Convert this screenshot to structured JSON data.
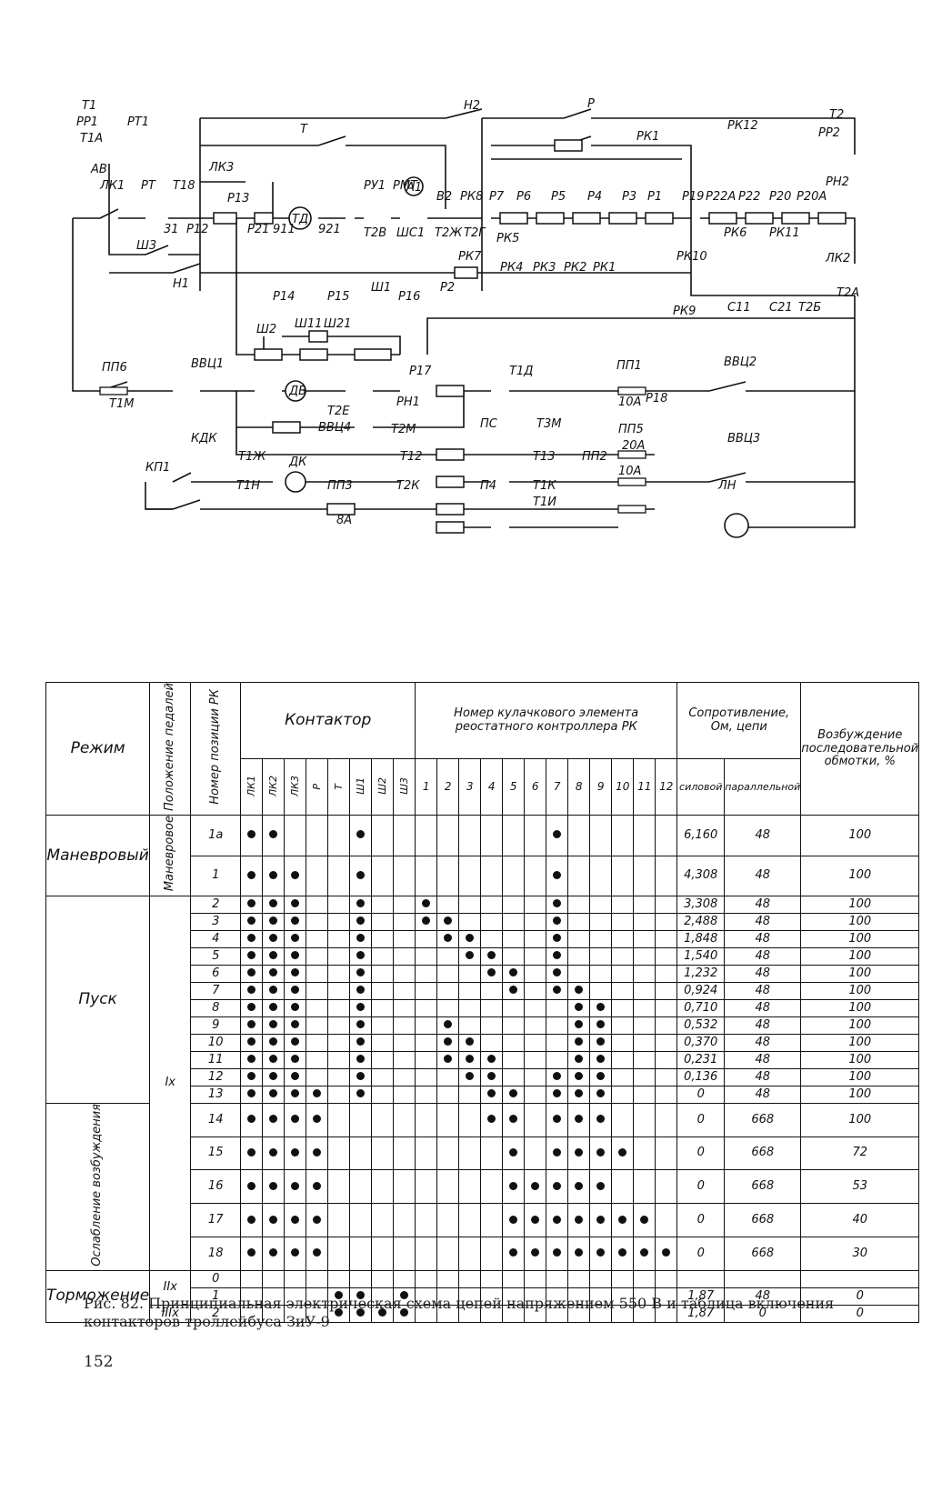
{
  "scheme": {
    "labels": {
      "t1": "Т1",
      "pp1": "РР1",
      "pt1": "РТ1",
      "t1a": "Т1А",
      "ab": "АВ",
      "lk1": "ЛК1",
      "pt": "РТ",
      "t18": "Т18",
      "sh3": "Ш3",
      "h1": "Н1",
      "lk3": "ЛК3",
      "t": "Т",
      "h2": "Н2",
      "r": "Р",
      "p13": "Р13",
      "p12": "Р12",
      "p21": "Р21",
      "n31": "31",
      "n911": "911",
      "n921": "921",
      "td": "ТД",
      "pu1": "РУ1",
      "pmt": "РМТ",
      "a1": "А1",
      "t2v": "Т2В",
      "shc1": "ШС1",
      "v2": "В2",
      "t2zh": "Т2Ж",
      "pk8": "РК8",
      "t2g": "Т2Г",
      "p7": "Р7",
      "p6": "Р6",
      "p5": "Р5",
      "p4": "Р4",
      "p3": "Р3",
      "p1": "Р1",
      "pk1_top": "РК1",
      "pk5": "РК5",
      "pk4": "РК4",
      "pk3": "РК3",
      "pk2": "РК2",
      "pk1": "РК1",
      "pk7": "РК7",
      "p2": "Р2",
      "pk9": "РК9",
      "pk12": "РК12",
      "p19": "Р19",
      "p22a": "Р22А",
      "p22": "Р22",
      "p20": "Р20",
      "p20a": "Р20А",
      "ph2": "РН2",
      "pk6": "РК6",
      "pk11": "РК11",
      "pk10": "РК10",
      "c11": "С11",
      "c21": "С21",
      "t2b": "Т2Б",
      "lk2": "ЛК2",
      "t2a": "Т2А",
      "t2": "Т2",
      "pp2": "РР2",
      "p14": "Р14",
      "p15": "Р15",
      "sh1": "Ш1",
      "p16": "Р16",
      "sh2": "Ш2",
      "sh11": "Ш11",
      "sh21": "Ш21",
      "pp6": "ПП6",
      "t1m": "Т1М",
      "vvc1": "ВВЦ1",
      "dv": "ДВ",
      "p17": "Р17",
      "t1d": "Т1Д",
      "pp1f": "ПП1",
      "vvc2": "ВВЦ2",
      "t2e": "Т2Е",
      "ph1": "РН1",
      "n10a": "10А",
      "p18": "Р18",
      "vvc4": "ВВЦ4",
      "t2m": "Т2М",
      "pc": "ПС",
      "t3m": "Т3М",
      "pp5": "ПП5",
      "kdk": "КДК",
      "t1zh": "Т1Ж",
      "dk": "ДК",
      "t12": "Т12",
      "t13": "Т13",
      "pp2f": "ПП2",
      "n20a": "20А",
      "vvc3": "ВВЦ3",
      "kp1": "КП1",
      "t1h": "Т1Н",
      "pp3": "ПП3",
      "t2k": "Т2К",
      "p4b": "П4",
      "t1k": "Т1К",
      "n10a2": "10А",
      "n8a": "8А",
      "t1i": "Т1И",
      "lh": "ЛН"
    }
  },
  "table": {
    "header": {
      "rezhim": "Режим",
      "polozhenie": "Положение педалей",
      "nomer_pozicii": "Номер позиции РК",
      "kontaktor": "Контактор",
      "kulachok": "Номер кулачкового элемента реостатного контроллера РК",
      "soprotivlenie": "Сопротивление, Ом, цепи",
      "silovoi": "силовой",
      "parallelnoi": "параллельной",
      "vozbuzhdenie": "Возбуждение последовательной обмотки, %"
    },
    "contactors": [
      "ЛК1",
      "ЛК2",
      "ЛК3",
      "Р",
      "Т",
      "Ш1",
      "Ш2",
      "Ш3"
    ],
    "cams": [
      "1",
      "2",
      "3",
      "4",
      "5",
      "6",
      "7",
      "8",
      "9",
      "10",
      "11",
      "12"
    ],
    "groups": [
      {
        "mode": "Маневровый",
        "pedal": "Маневровое",
        "rows": 2
      },
      {
        "mode": "Пуск",
        "pedal": "",
        "rows": 12
      },
      {
        "mode": "Ослабление возбуждения",
        "pedal": "",
        "rows": 5
      },
      {
        "mode": "Торможение",
        "pedal": "",
        "rows": 3
      }
    ],
    "pedal_marks": [
      {
        "label": "Iх",
        "start": 2,
        "rows": 17
      },
      {
        "label": "IIх",
        "start": 19,
        "rows": 2
      },
      {
        "label": "IIIх",
        "start": 21,
        "rows": 1
      }
    ],
    "rows": [
      {
        "pos": "1а",
        "c": [
          1,
          1,
          0,
          0,
          0,
          1,
          0,
          0
        ],
        "k": [
          0,
          0,
          0,
          0,
          0,
          0,
          1,
          0,
          0,
          0,
          0,
          0
        ],
        "r1": "6,160",
        "r2": "48",
        "ex": "100"
      },
      {
        "pos": "1",
        "c": [
          1,
          1,
          1,
          0,
          0,
          1,
          0,
          0
        ],
        "k": [
          0,
          0,
          0,
          0,
          0,
          0,
          1,
          0,
          0,
          0,
          0,
          0
        ],
        "r1": "4,308",
        "r2": "48",
        "ex": "100"
      },
      {
        "pos": "2",
        "c": [
          1,
          1,
          1,
          0,
          0,
          1,
          0,
          0
        ],
        "k": [
          1,
          0,
          0,
          0,
          0,
          0,
          1,
          0,
          0,
          0,
          0,
          0
        ],
        "r1": "3,308",
        "r2": "48",
        "ex": "100"
      },
      {
        "pos": "3",
        "c": [
          1,
          1,
          1,
          0,
          0,
          1,
          0,
          0
        ],
        "k": [
          1,
          1,
          0,
          0,
          0,
          0,
          1,
          0,
          0,
          0,
          0,
          0
        ],
        "r1": "2,488",
        "r2": "48",
        "ex": "100"
      },
      {
        "pos": "4",
        "c": [
          1,
          1,
          1,
          0,
          0,
          1,
          0,
          0
        ],
        "k": [
          0,
          1,
          1,
          0,
          0,
          0,
          1,
          0,
          0,
          0,
          0,
          0
        ],
        "r1": "1,848",
        "r2": "48",
        "ex": "100"
      },
      {
        "pos": "5",
        "c": [
          1,
          1,
          1,
          0,
          0,
          1,
          0,
          0
        ],
        "k": [
          0,
          0,
          1,
          1,
          0,
          0,
          1,
          0,
          0,
          0,
          0,
          0
        ],
        "r1": "1,540",
        "r2": "48",
        "ex": "100"
      },
      {
        "pos": "6",
        "c": [
          1,
          1,
          1,
          0,
          0,
          1,
          0,
          0
        ],
        "k": [
          0,
          0,
          0,
          1,
          1,
          0,
          1,
          0,
          0,
          0,
          0,
          0
        ],
        "r1": "1,232",
        "r2": "48",
        "ex": "100"
      },
      {
        "pos": "7",
        "c": [
          1,
          1,
          1,
          0,
          0,
          1,
          0,
          0
        ],
        "k": [
          0,
          0,
          0,
          0,
          1,
          0,
          1,
          1,
          0,
          0,
          0,
          0
        ],
        "r1": "0,924",
        "r2": "48",
        "ex": "100"
      },
      {
        "pos": "8",
        "c": [
          1,
          1,
          1,
          0,
          0,
          1,
          0,
          0
        ],
        "k": [
          0,
          0,
          0,
          0,
          0,
          0,
          0,
          1,
          1,
          0,
          0,
          0
        ],
        "r1": "0,710",
        "r2": "48",
        "ex": "100"
      },
      {
        "pos": "9",
        "c": [
          1,
          1,
          1,
          0,
          0,
          1,
          0,
          0
        ],
        "k": [
          0,
          1,
          0,
          0,
          0,
          0,
          0,
          1,
          1,
          0,
          0,
          0
        ],
        "r1": "0,532",
        "r2": "48",
        "ex": "100"
      },
      {
        "pos": "10",
        "c": [
          1,
          1,
          1,
          0,
          0,
          1,
          0,
          0
        ],
        "k": [
          0,
          1,
          1,
          0,
          0,
          0,
          0,
          1,
          1,
          0,
          0,
          0
        ],
        "r1": "0,370",
        "r2": "48",
        "ex": "100"
      },
      {
        "pos": "11",
        "c": [
          1,
          1,
          1,
          0,
          0,
          1,
          0,
          0
        ],
        "k": [
          0,
          1,
          1,
          1,
          0,
          0,
          0,
          1,
          1,
          0,
          0,
          0
        ],
        "r1": "0,231",
        "r2": "48",
        "ex": "100"
      },
      {
        "pos": "12",
        "c": [
          1,
          1,
          1,
          0,
          0,
          1,
          0,
          0
        ],
        "k": [
          0,
          0,
          1,
          1,
          0,
          0,
          1,
          1,
          1,
          0,
          0,
          0
        ],
        "r1": "0,136",
        "r2": "48",
        "ex": "100"
      },
      {
        "pos": "13",
        "c": [
          1,
          1,
          1,
          1,
          0,
          1,
          0,
          0
        ],
        "k": [
          0,
          0,
          0,
          1,
          1,
          0,
          1,
          1,
          1,
          0,
          0,
          0
        ],
        "r1": "0",
        "r2": "48",
        "ex": "100"
      },
      {
        "pos": "14",
        "c": [
          1,
          1,
          1,
          1,
          0,
          0,
          0,
          0
        ],
        "k": [
          0,
          0,
          0,
          1,
          1,
          0,
          1,
          1,
          1,
          0,
          0,
          0
        ],
        "r1": "0",
        "r2": "668",
        "ex": "100"
      },
      {
        "pos": "15",
        "c": [
          1,
          1,
          1,
          1,
          0,
          0,
          0,
          0
        ],
        "k": [
          0,
          0,
          0,
          0,
          1,
          0,
          1,
          1,
          1,
          1,
          0,
          0
        ],
        "r1": "0",
        "r2": "668",
        "ex": "72"
      },
      {
        "pos": "16",
        "c": [
          1,
          1,
          1,
          1,
          0,
          0,
          0,
          0
        ],
        "k": [
          0,
          0,
          0,
          0,
          1,
          1,
          1,
          1,
          1,
          0,
          0,
          0
        ],
        "r1": "0",
        "r2": "668",
        "ex": "53"
      },
      {
        "pos": "17",
        "c": [
          1,
          1,
          1,
          1,
          0,
          0,
          0,
          0
        ],
        "k": [
          0,
          0,
          0,
          0,
          1,
          1,
          1,
          1,
          1,
          1,
          1,
          0
        ],
        "r1": "0",
        "r2": "668",
        "ex": "40"
      },
      {
        "pos": "18",
        "c": [
          1,
          1,
          1,
          1,
          0,
          0,
          0,
          0
        ],
        "k": [
          0,
          0,
          0,
          0,
          1,
          1,
          1,
          1,
          1,
          1,
          1,
          1
        ],
        "r1": "0",
        "r2": "668",
        "ex": "30"
      },
      {
        "pos": "0",
        "c": [
          0,
          0,
          0,
          0,
          0,
          0,
          0,
          0
        ],
        "k": [
          0,
          0,
          0,
          0,
          0,
          0,
          0,
          0,
          0,
          0,
          0,
          0
        ],
        "r1": "",
        "r2": "",
        "ex": ""
      },
      {
        "pos": "1",
        "c": [
          0,
          0,
          0,
          0,
          1,
          1,
          0,
          1
        ],
        "k": [
          0,
          0,
          0,
          0,
          0,
          0,
          0,
          0,
          0,
          0,
          0,
          0
        ],
        "r1": "1,87",
        "r2": "48",
        "ex": "0"
      },
      {
        "pos": "2",
        "c": [
          0,
          0,
          0,
          0,
          1,
          1,
          1,
          1
        ],
        "k": [
          0,
          0,
          0,
          0,
          0,
          0,
          0,
          0,
          0,
          0,
          0,
          0
        ],
        "r1": "1,87",
        "r2": "0",
        "ex": "0"
      }
    ]
  },
  "caption": "Рис. 82. Принципиальная электрическая схема цепей напряжением 550 В и таблица включения контакторов троллейбуса ЗиУ-9",
  "page_number": "152"
}
